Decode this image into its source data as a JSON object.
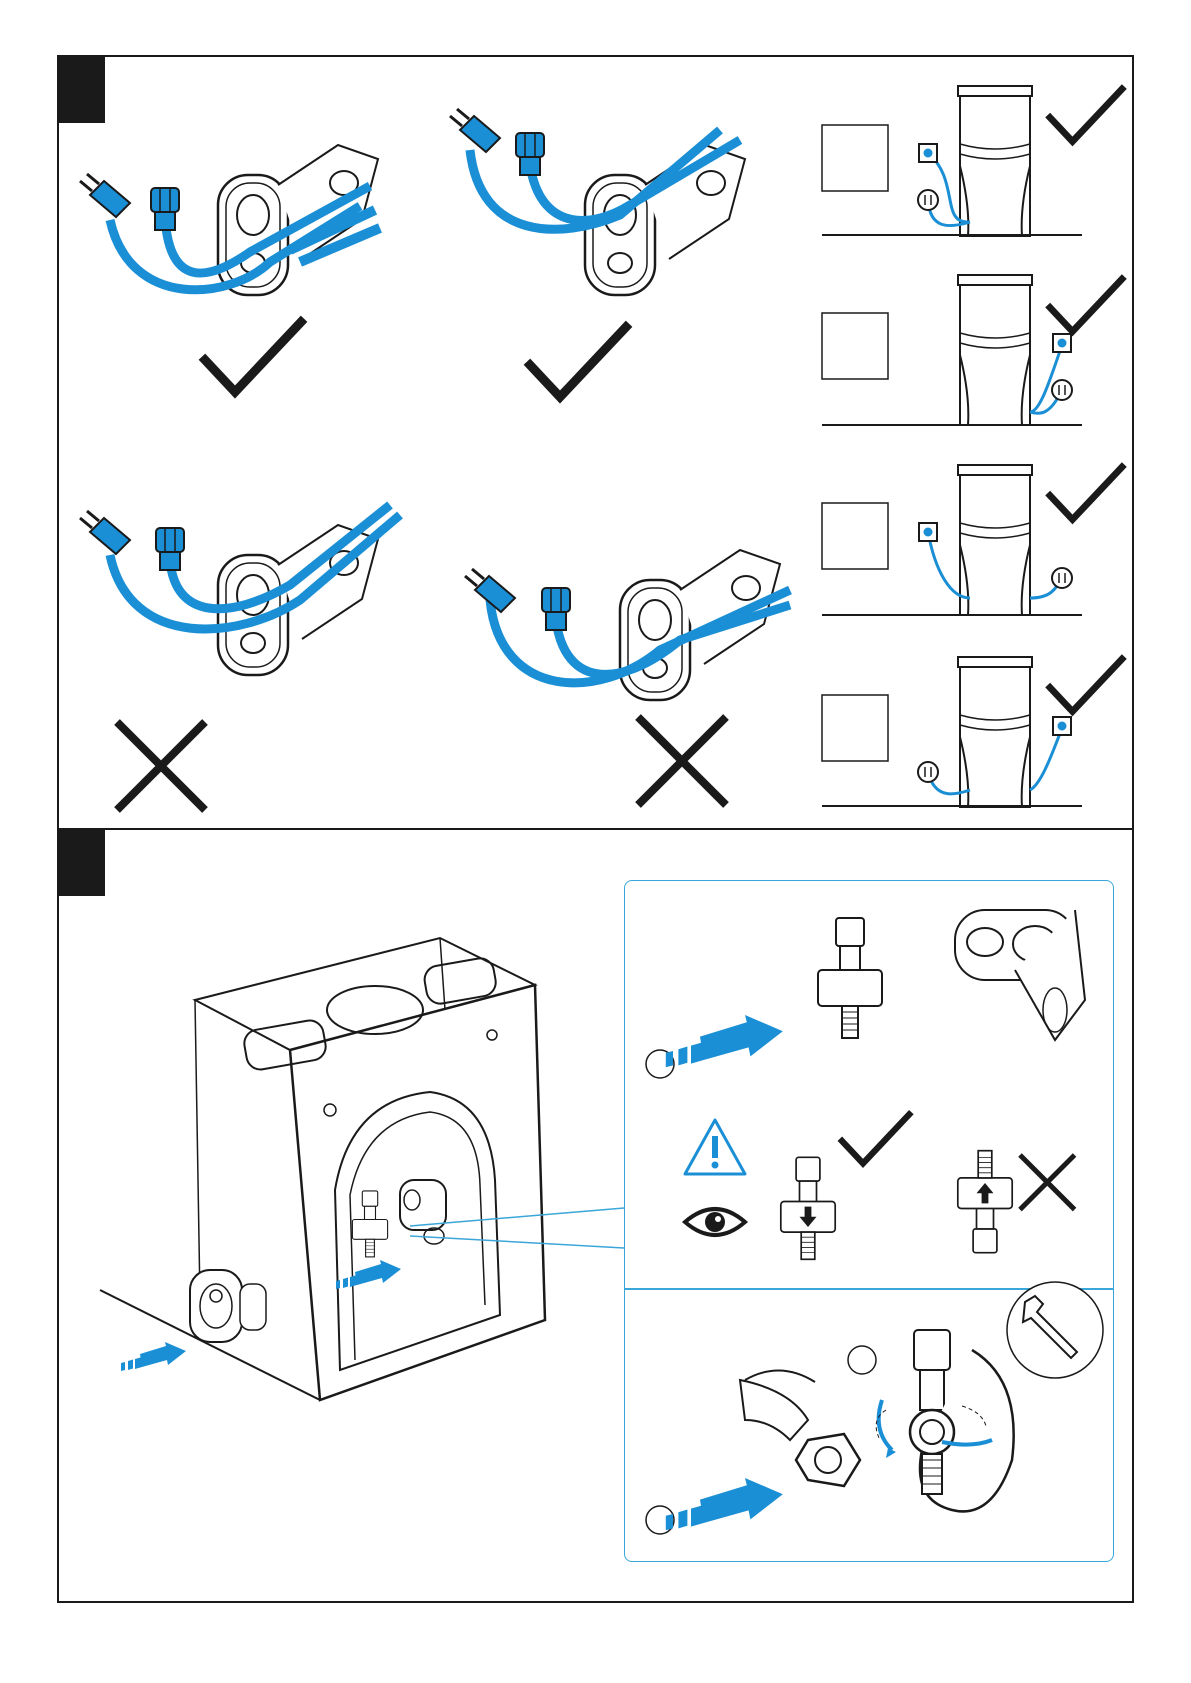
{
  "page": {
    "title": ""
  },
  "colors": {
    "ink": "#1a1a1a",
    "hose_blue": "#1a8fd6",
    "hose_dark": "#0e5f93",
    "accent_cyan": "#3ba6d9",
    "warning_blue": "#1a8fd6"
  },
  "step1": {
    "label": "",
    "cable_routing": [
      {
        "id": "through-bracket-hole-low",
        "result": "correct"
      },
      {
        "id": "through-bracket-hole-mid",
        "result": "correct"
      },
      {
        "id": "through-bracket-slot",
        "result": "incorrect"
      },
      {
        "id": "through-bracket-side",
        "result": "incorrect"
      }
    ],
    "toilet_positions": [
      {
        "id": "socket-left-plugs-left",
        "result": "correct"
      },
      {
        "id": "socket-right-plugs-right",
        "result": "correct"
      },
      {
        "id": "socket-split-left-right",
        "result": "correct"
      },
      {
        "id": "socket-split-right-left",
        "result": "correct"
      }
    ]
  },
  "step2": {
    "label": "",
    "warning_icon": "warning-triangle-icon",
    "view_icon": "eye-icon",
    "valve_orientation": [
      {
        "id": "valve-arrow-down",
        "result": "correct"
      },
      {
        "id": "valve-arrow-up",
        "result": "incorrect"
      }
    ],
    "tool_icon": "adjustable-wrench-icon"
  }
}
